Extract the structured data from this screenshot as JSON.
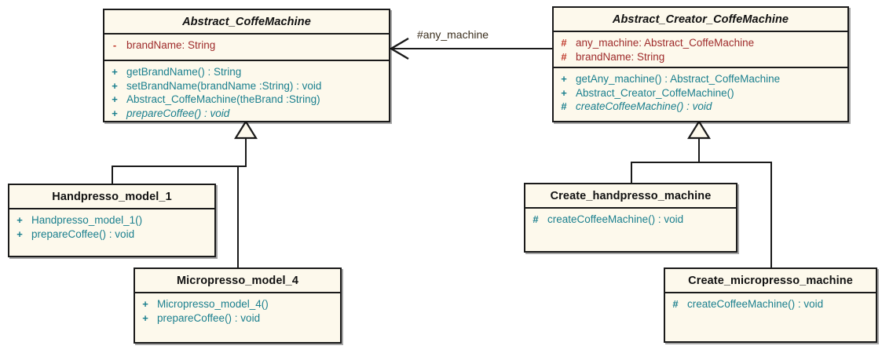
{
  "diagram": {
    "title": "Abstract Factory / Factory Method UML class diagram",
    "colors": {
      "class_fill": "#fdf9ec",
      "border": "#1a1a1a",
      "attribute_text": "#9e2a2a",
      "method_text": "#1a7f8e",
      "label_text": "#3b2f1e",
      "background": "#ffffff"
    },
    "classes": [
      {
        "id": "abstract-coffemachine",
        "name": "Abstract_CoffeMachine",
        "abstract": true,
        "attributes": [
          {
            "visibility": "-",
            "signature": "brandName:  String",
            "abstract": false
          }
        ],
        "methods": [
          {
            "visibility": "+",
            "signature": "getBrandName() : String",
            "abstract": false
          },
          {
            "visibility": "+",
            "signature": "setBrandName(brandName :String) : void",
            "abstract": false
          },
          {
            "visibility": "+",
            "signature": "Abstract_CoffeMachine(theBrand :String)",
            "abstract": false
          },
          {
            "visibility": "+",
            "signature": "prepareCoffee() : void",
            "abstract": true
          }
        ]
      },
      {
        "id": "abstract-creator-coffemachine",
        "name": "Abstract_Creator_CoffeMachine",
        "abstract": true,
        "attributes": [
          {
            "visibility": "#",
            "signature": "any_machine:  Abstract_CoffeMachine",
            "abstract": false
          },
          {
            "visibility": "#",
            "signature": "brandName:  String",
            "abstract": false
          }
        ],
        "methods": [
          {
            "visibility": "+",
            "signature": "getAny_machine() : Abstract_CoffeMachine",
            "abstract": false
          },
          {
            "visibility": "+",
            "signature": "Abstract_Creator_CoffeMachine()",
            "abstract": false
          },
          {
            "visibility": "#",
            "signature": "createCoffeeMachine() : void",
            "abstract": true
          }
        ]
      },
      {
        "id": "handpresso-model-1",
        "name": "Handpresso_model_1",
        "abstract": false,
        "attributes": [],
        "methods": [
          {
            "visibility": "+",
            "signature": "Handpresso_model_1()",
            "abstract": false
          },
          {
            "visibility": "+",
            "signature": "prepareCoffee() : void",
            "abstract": false
          }
        ]
      },
      {
        "id": "micropresso-model-4",
        "name": "Micropresso_model_4",
        "abstract": false,
        "attributes": [],
        "methods": [
          {
            "visibility": "+",
            "signature": "Micropresso_model_4()",
            "abstract": false
          },
          {
            "visibility": "+",
            "signature": "prepareCoffee() : void",
            "abstract": false
          }
        ]
      },
      {
        "id": "create-handpresso-machine",
        "name": "Create_handpresso_machine",
        "abstract": false,
        "attributes": [],
        "methods": [
          {
            "visibility": "#",
            "signature": "createCoffeeMachine() : void",
            "abstract": false
          }
        ]
      },
      {
        "id": "create-micropresso-machine",
        "name": "Create_micropresso_machine",
        "abstract": false,
        "attributes": [],
        "methods": [
          {
            "visibility": "#",
            "signature": "createCoffeeMachine() : void",
            "abstract": false
          }
        ]
      }
    ],
    "relationships": [
      {
        "id": "association-any-machine",
        "type": "association",
        "label": "#any_machine",
        "from": "abstract-creator-coffemachine",
        "to": "abstract-coffemachine",
        "arrowhead": "open"
      },
      {
        "id": "gen-handpresso",
        "type": "generalization",
        "from": "handpresso-model-1",
        "to": "abstract-coffemachine",
        "arrowhead": "hollow-triangle"
      },
      {
        "id": "gen-micropresso",
        "type": "generalization",
        "from": "micropresso-model-4",
        "to": "abstract-coffemachine",
        "arrowhead": "hollow-triangle"
      },
      {
        "id": "gen-create-handpresso",
        "type": "generalization",
        "from": "create-handpresso-machine",
        "to": "abstract-creator-coffemachine",
        "arrowhead": "hollow-triangle"
      },
      {
        "id": "gen-create-micropresso",
        "type": "generalization",
        "from": "create-micropresso-machine",
        "to": "abstract-creator-coffemachine",
        "arrowhead": "hollow-triangle"
      }
    ]
  }
}
